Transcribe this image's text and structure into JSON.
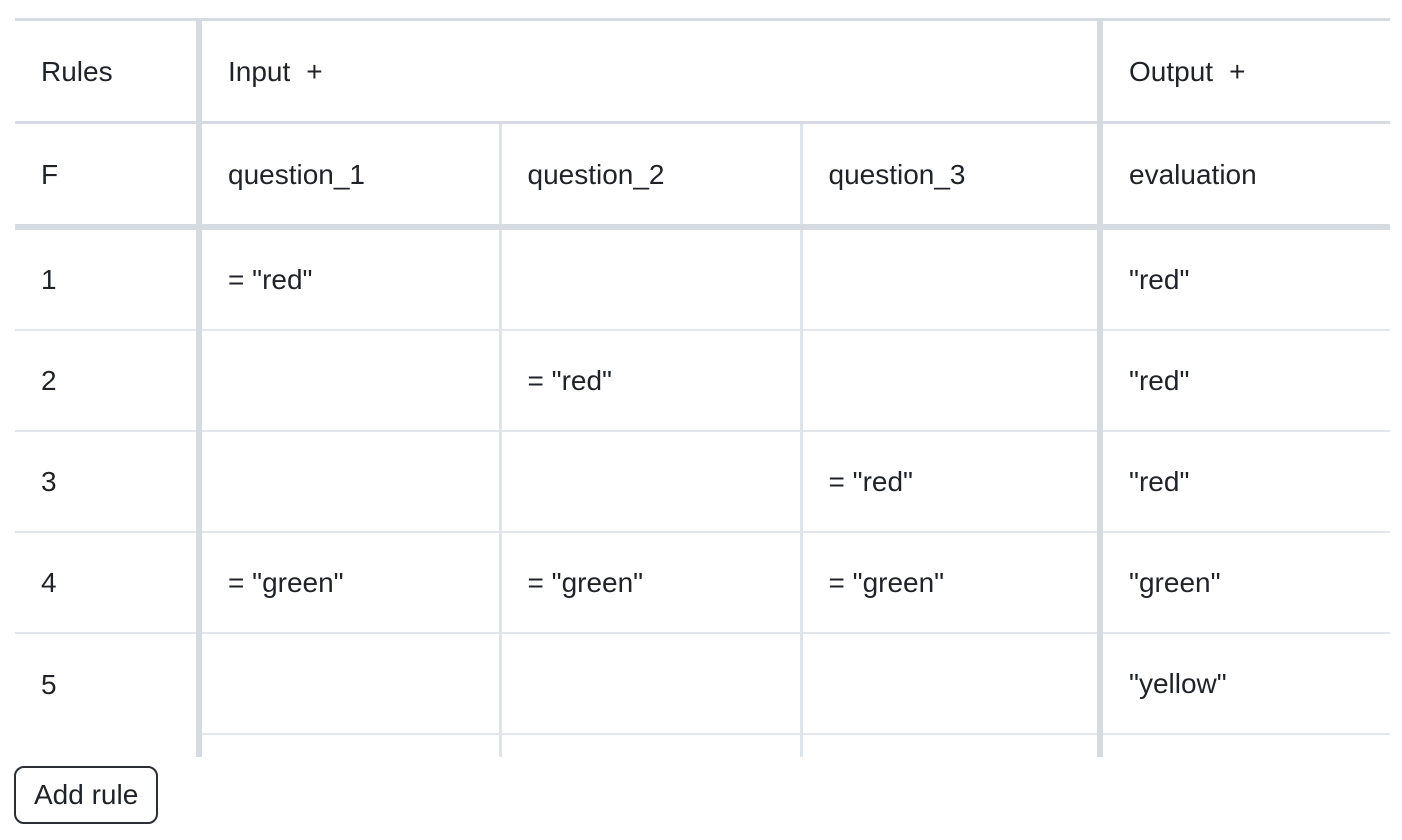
{
  "table": {
    "group_header": {
      "rules_label": "Rules",
      "input_label": "Input",
      "input_add_icon": "+",
      "output_label": "Output",
      "output_add_icon": "+"
    },
    "column_header": {
      "hit_policy": "F",
      "columns": [
        {
          "name": "question_1"
        },
        {
          "name": "question_2"
        },
        {
          "name": "question_3"
        },
        {
          "name": "evaluation"
        }
      ]
    },
    "rows": [
      {
        "index": "1",
        "question_1": "= \"red\"",
        "question_2": "",
        "question_3": "",
        "evaluation": "\"red\""
      },
      {
        "index": "2",
        "question_1": "",
        "question_2": "= \"red\"",
        "question_3": "",
        "evaluation": "\"red\""
      },
      {
        "index": "3",
        "question_1": "",
        "question_2": "",
        "question_3": "= \"red\"",
        "evaluation": "\"red\""
      },
      {
        "index": "4",
        "question_1": "= \"green\"",
        "question_2": "= \"green\"",
        "question_3": "= \"green\"",
        "evaluation": "\"green\""
      },
      {
        "index": "5",
        "question_1": "",
        "question_2": "",
        "question_3": "",
        "evaluation": "\"yellow\""
      }
    ]
  },
  "footer": {
    "add_rule_label": "Add rule"
  },
  "colors": {
    "grid_strong": "#d5dbe0",
    "grid_light": "#e3e7eb",
    "text": "#1f2328",
    "background": "#ffffff",
    "button_border": "#2b2f33"
  }
}
